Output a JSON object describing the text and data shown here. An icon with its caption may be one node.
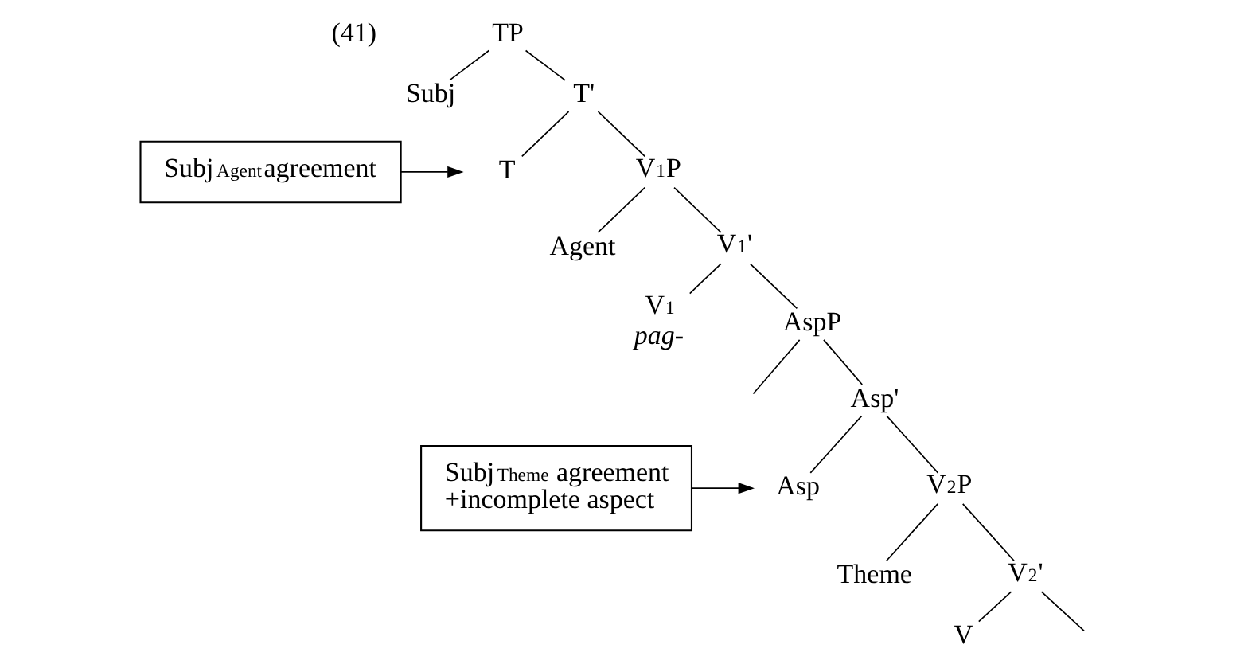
{
  "diagram": {
    "nodes": [
      {
        "text": [
          "TP"
        ]
      },
      {
        "text": [
          "Subj"
        ]
      },
      {
        "text": [
          "T'"
        ]
      },
      {
        "text": [
          "Subj$_{Agent}$agreement"
        ]
      },
      {
        "text": [
          "T"
        ]
      },
      {
        "text": [
          "V$_{1}$P"
        ]
      },
      {
        "text": [
          "Agent"
        ]
      },
      {
        "text": [
          "V$_{1}$'"
        ]
      },
      {
        "text": [
          "V$_{1}$"
        ],
        "beside": [
          "pag-"
        ]
      },
      {
        "text": [
          "AspP"
        ]
      },
      {
        "text": [
          "Asp'"
        ]
      },
      {
        "text": [
          "Subj$_{Theme}$ agreement +incomplete aspect"
        ]
      },
      {
        "text": [
          "Asp"
        ]
      },
      {
        "text": [
          "V$_{2}$P"
        ]
      },
      {
        "text": [
          "Theme"
        ]
      },
      {
        "text": [
          "V$_{2}$'"
        ]
      },
      {
        "text": [
          "V"
        ]
      }
    ],
    "edges": [
      {
        "from": 0,
        "to": 1,
        "arrow": "none"
      },
      {
        "from": 0,
        "to": 2,
        "arrow": "none"
      },
      {
        "from": 2,
        "to": 4,
        "arrow": "none"
      },
      {
        "from": 2,
        "to": 5,
        "arrow": "none"
      },
      {
        "from": 3,
        "to": 4,
        "arrow": "to"
      },
      {
        "from": 5,
        "to": 6,
        "arrow": "none"
      },
      {
        "from": 5,
        "to": 7,
        "arrow": "none"
      },
      {
        "from": 7,
        "to": 8,
        "arrow": "none"
      },
      {
        "from": 7,
        "to": 9,
        "arrow": "none"
      },
      {
        "from": 9,
        "to": null,
        "arrow": "none"
      },
      {
        "from": 9,
        "to": 10,
        "arrow": "none"
      },
      {
        "from": 10,
        "to": 12,
        "arrow": "none"
      },
      {
        "from": 10,
        "to": 13,
        "arrow": "none"
      },
      {
        "from": 11,
        "to": 12,
        "arrow": "to"
      },
      {
        "from": 13,
        "to": 14,
        "arrow": "none"
      },
      {
        "from": 13,
        "to": 15,
        "arrow": "none"
      },
      {
        "from": 15,
        "to": 16,
        "arrow": "none"
      },
      {
        "from": 15,
        "to": null,
        "arrow": "none"
      }
    ],
    "labels": [
      "(41)"
    ]
  }
}
